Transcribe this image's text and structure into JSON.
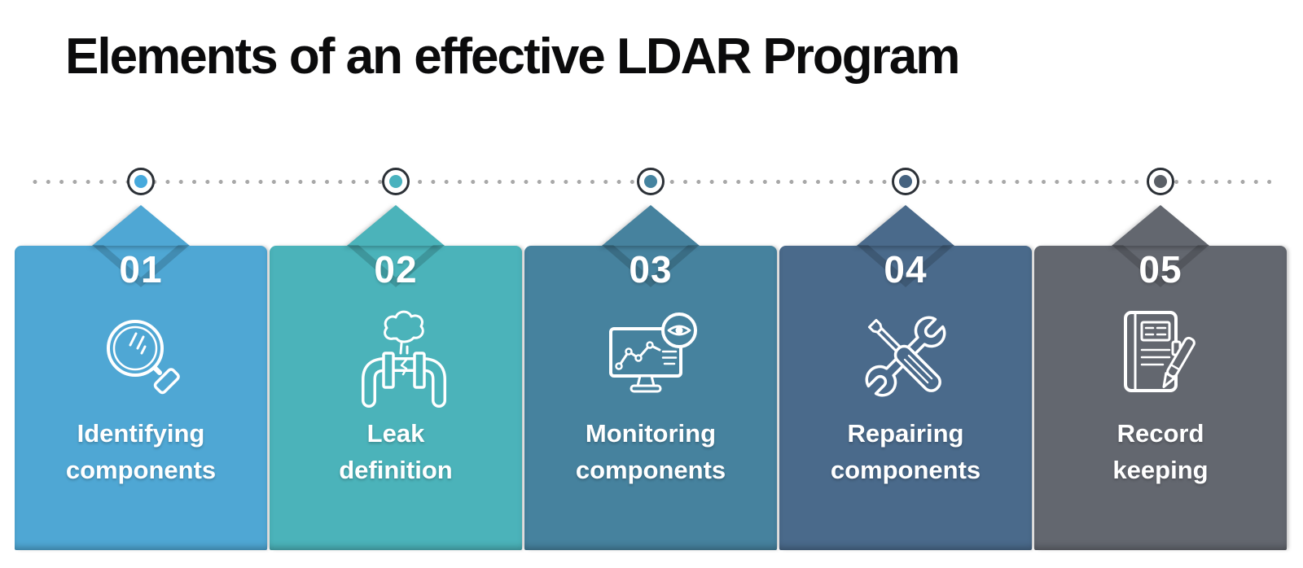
{
  "title": "Elements of an effective LDAR Program",
  "timeline": {
    "dot_color": "#a8a8a8",
    "marker_ring_color": "#2c3137"
  },
  "cards": [
    {
      "number": "01",
      "label_line1": "Identifying",
      "label_line2": "components",
      "color": "#4FA7D4",
      "marker_color": "#47A9DC",
      "icon": "magnifier-search-icon"
    },
    {
      "number": "02",
      "label_line1": "Leak",
      "label_line2": "definition",
      "color": "#4BB3BA",
      "marker_color": "#49B2BE",
      "icon": "leaking-pipe-icon"
    },
    {
      "number": "03",
      "label_line1": "Monitoring",
      "label_line2": "components",
      "color": "#46829E",
      "marker_color": "#45839F",
      "icon": "monitor-chart-eye-icon"
    },
    {
      "number": "04",
      "label_line1": "Repairing",
      "label_line2": "components",
      "color": "#4A6A8B",
      "marker_color": "#45627F",
      "icon": "wrench-screwdriver-icon"
    },
    {
      "number": "05",
      "label_line1": "Record",
      "label_line2": "keeping",
      "color": "#63676F",
      "marker_color": "#5A5F66",
      "icon": "notebook-pen-icon"
    }
  ]
}
